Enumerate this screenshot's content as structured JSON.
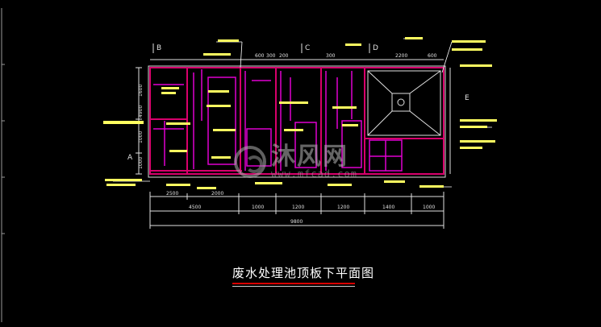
{
  "drawing": {
    "title": "废水处理池顶板下平面图",
    "axis_labels": [
      "B",
      "C",
      "D",
      "E",
      "A"
    ],
    "top_dims": [
      "600",
      "300",
      "200",
      "300",
      "2200",
      "600"
    ],
    "bottom_dims_row1": [
      "2500",
      "2000"
    ],
    "bottom_dims_row2": [
      "4500",
      "1000",
      "1200",
      "1200",
      "1400",
      "1000"
    ],
    "total_dim": "9800",
    "left_dims": [
      "1600",
      "4900",
      "1000",
      "1000"
    ]
  },
  "watermark": {
    "name": "沐风网",
    "url": "www.mfcad.com"
  },
  "colors": {
    "background": "#000000",
    "wall_red": "#d8006c",
    "wall_magenta": "#e000d0",
    "dim_white": "#e0e0e0",
    "label_yellow": "#ffff60"
  }
}
